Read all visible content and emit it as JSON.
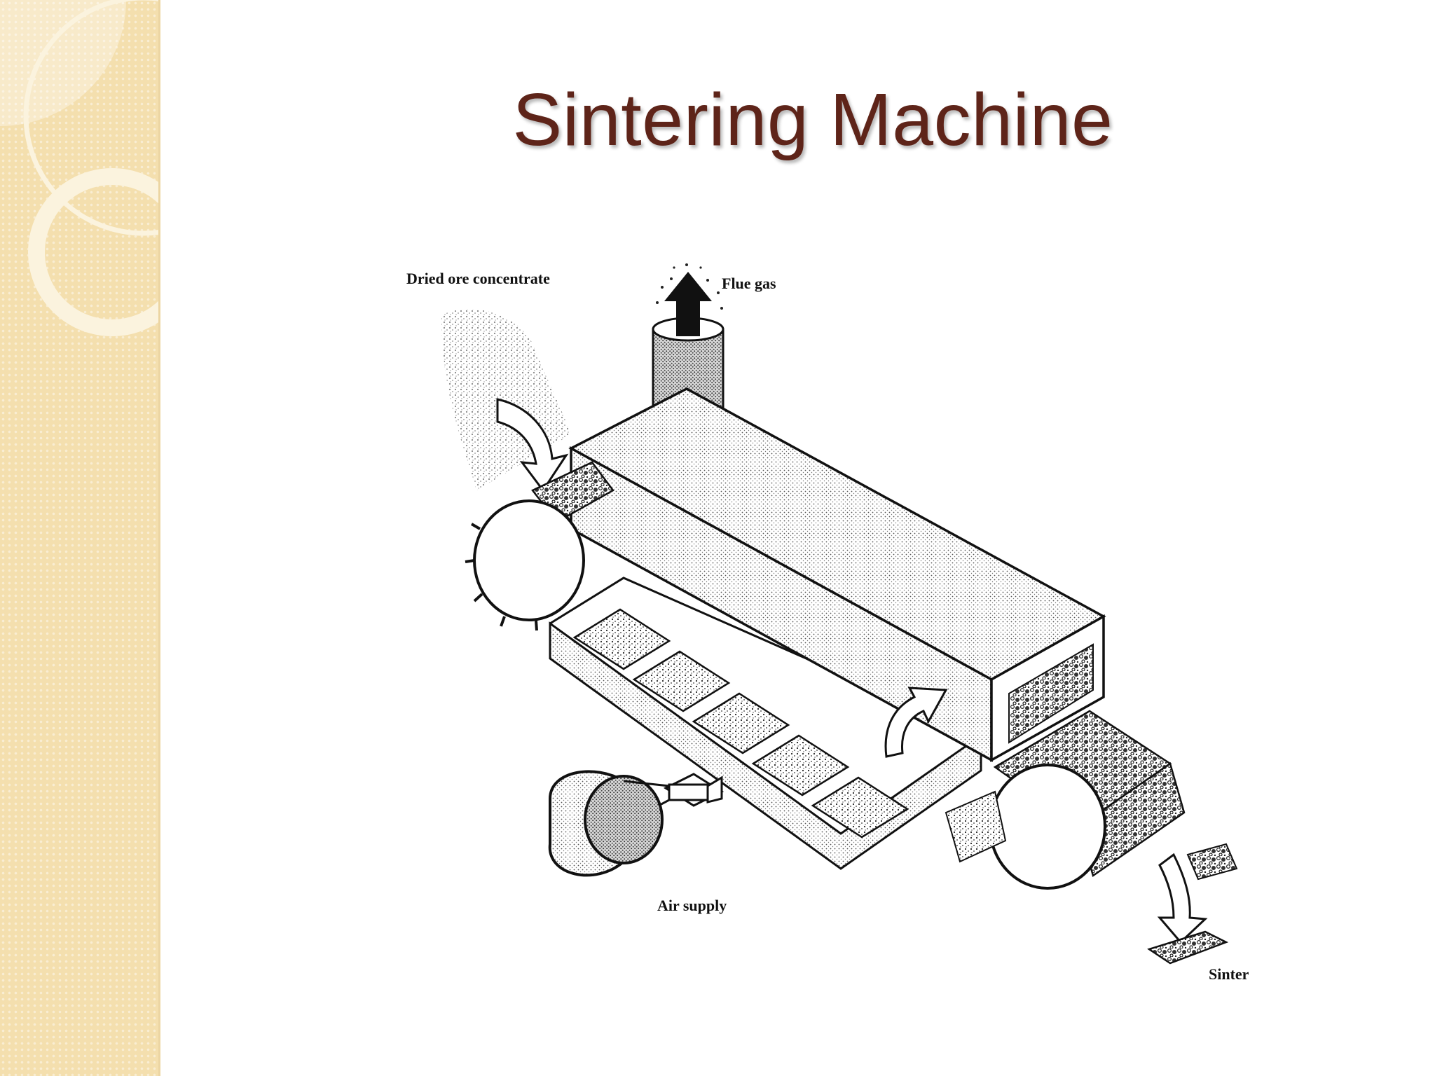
{
  "slide": {
    "title": "Sintering Machine"
  },
  "diagram": {
    "labels": {
      "feed": "Dried ore concentrate",
      "flue": "Flue gas",
      "air": "Air supply",
      "product": "Sinter"
    }
  },
  "colors": {
    "title": "#5e2419",
    "sidebar": "#f4dfae",
    "ink": "#111111"
  }
}
